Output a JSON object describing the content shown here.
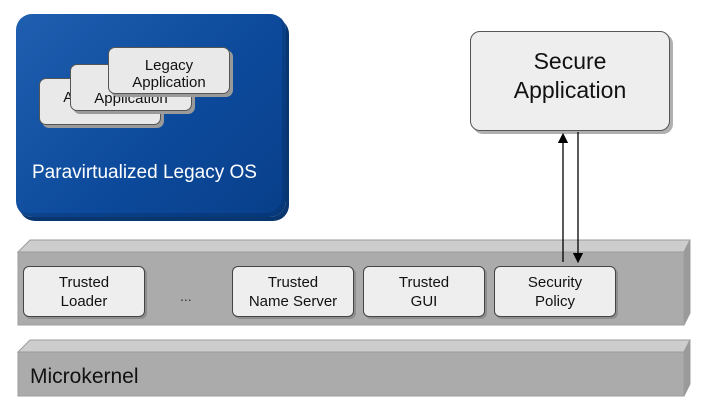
{
  "legacy_os": {
    "label": "Paravirtualized Legacy OS",
    "apps": [
      {
        "line1": "",
        "line2": "Application"
      },
      {
        "line1": "L",
        "line2": "Application"
      },
      {
        "line1": "Legacy",
        "line2": "Application"
      }
    ]
  },
  "secure_app": {
    "line1": "Secure",
    "line2": "Application"
  },
  "components": [
    {
      "line1": "Trusted",
      "line2": "Loader"
    },
    {
      "line1": "Trusted",
      "line2": "Name Server"
    },
    {
      "line1": "Trusted",
      "line2": "GUI"
    },
    {
      "line1": "Security",
      "line2": "Policy"
    }
  ],
  "ellipsis": "...",
  "microkernel": {
    "label": "Microkernel"
  },
  "colors": {
    "legacy_os_fill": "#0d4a9c",
    "slab_fill": "#ababab",
    "box_fill": "#eeeeee"
  }
}
